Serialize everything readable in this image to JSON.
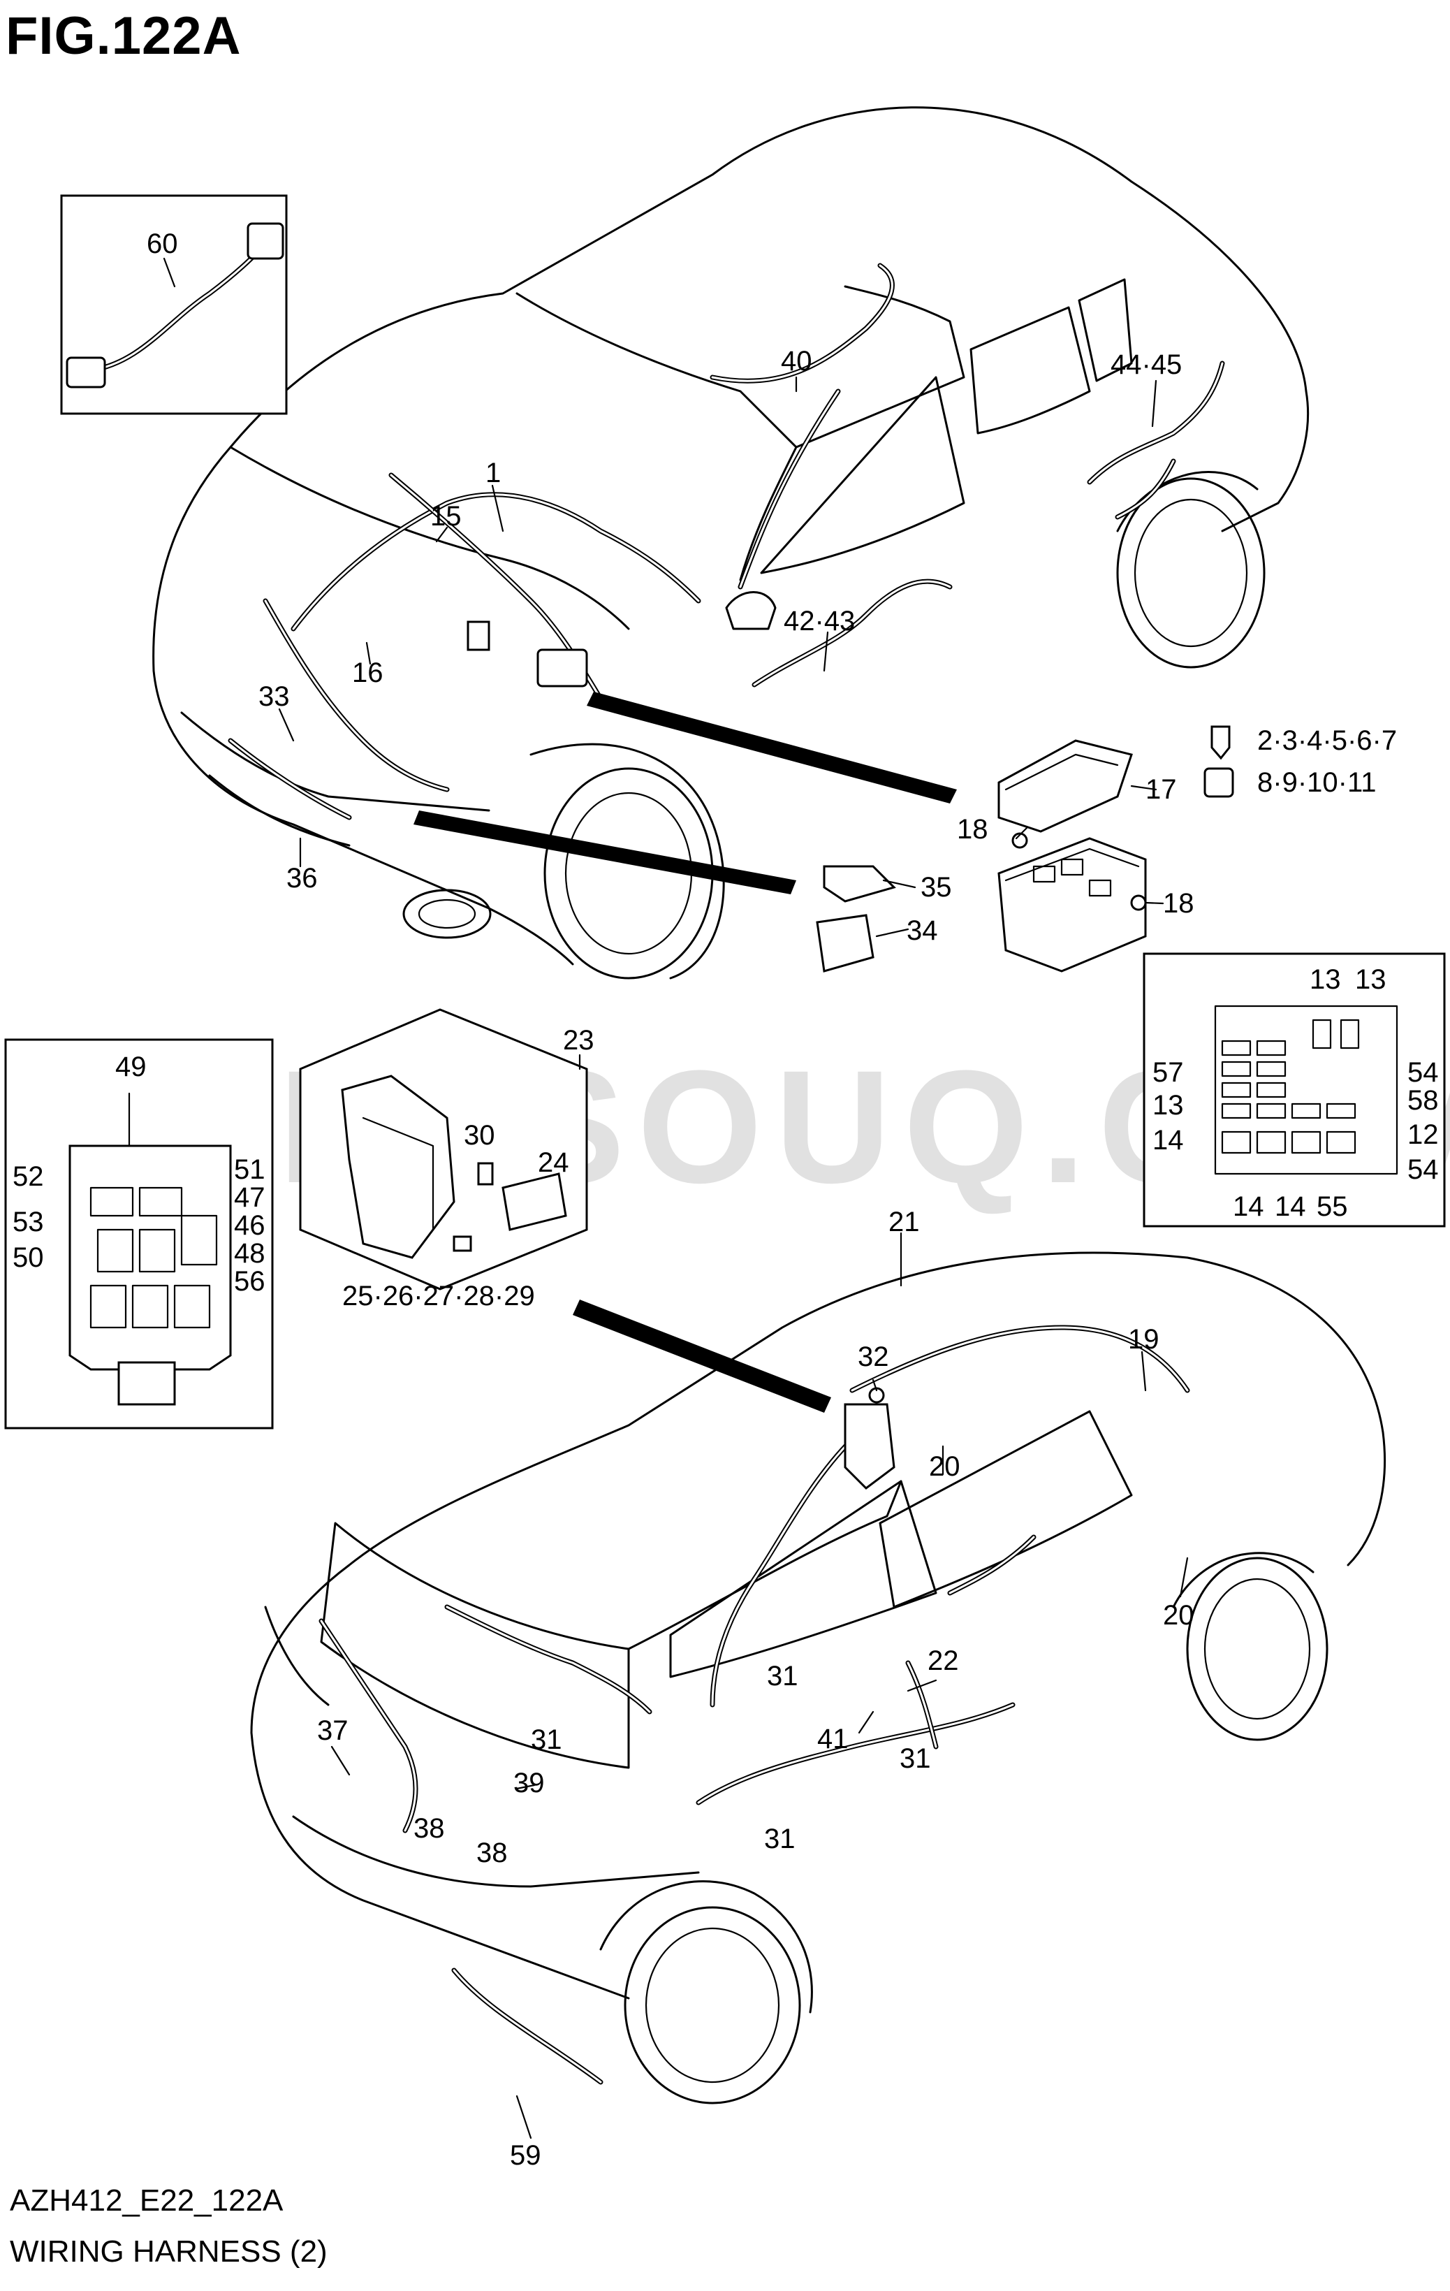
{
  "figure": {
    "title": "FIG.122A",
    "code": "AZH412_E22_122A",
    "name": "WIRING HARNESS (2)",
    "watermark": "PARTSOUQ.COM"
  },
  "callouts": {
    "c60": "60",
    "c1": "1",
    "c15": "15",
    "c16": "16",
    "c33": "33",
    "c36": "36",
    "c40": "40",
    "c42_43": "42·43",
    "c44_45": "44·45",
    "c2_7": "2·3·4·5·6·7",
    "c8_11": "8·9·10·11",
    "c17": "17",
    "c18a": "18",
    "c18b": "18",
    "c35": "35",
    "c34": "34",
    "c49": "49",
    "c51": "51",
    "c52": "52",
    "c47": "47",
    "c53": "53",
    "c46": "46",
    "c50": "50",
    "c48": "48",
    "c56": "56",
    "c23": "23",
    "c30": "30",
    "c24": "24",
    "c25_29": "25·26·27·28·29",
    "c13a": "13",
    "c13b": "13",
    "c57": "57",
    "c54a": "54",
    "c13c": "13",
    "c58": "58",
    "c14a": "14",
    "c12": "12",
    "c54b": "54",
    "c14b": "14",
    "c14c": "14",
    "c55": "55",
    "c21": "21",
    "c19": "19",
    "c32": "32",
    "c20a": "20",
    "c20b": "20",
    "c22": "22",
    "c31a": "31",
    "c31b": "31",
    "c31c": "31",
    "c31d": "31",
    "c41": "41",
    "c37": "37",
    "c39": "39",
    "c38a": "38",
    "c38b": "38",
    "c59": "59"
  }
}
